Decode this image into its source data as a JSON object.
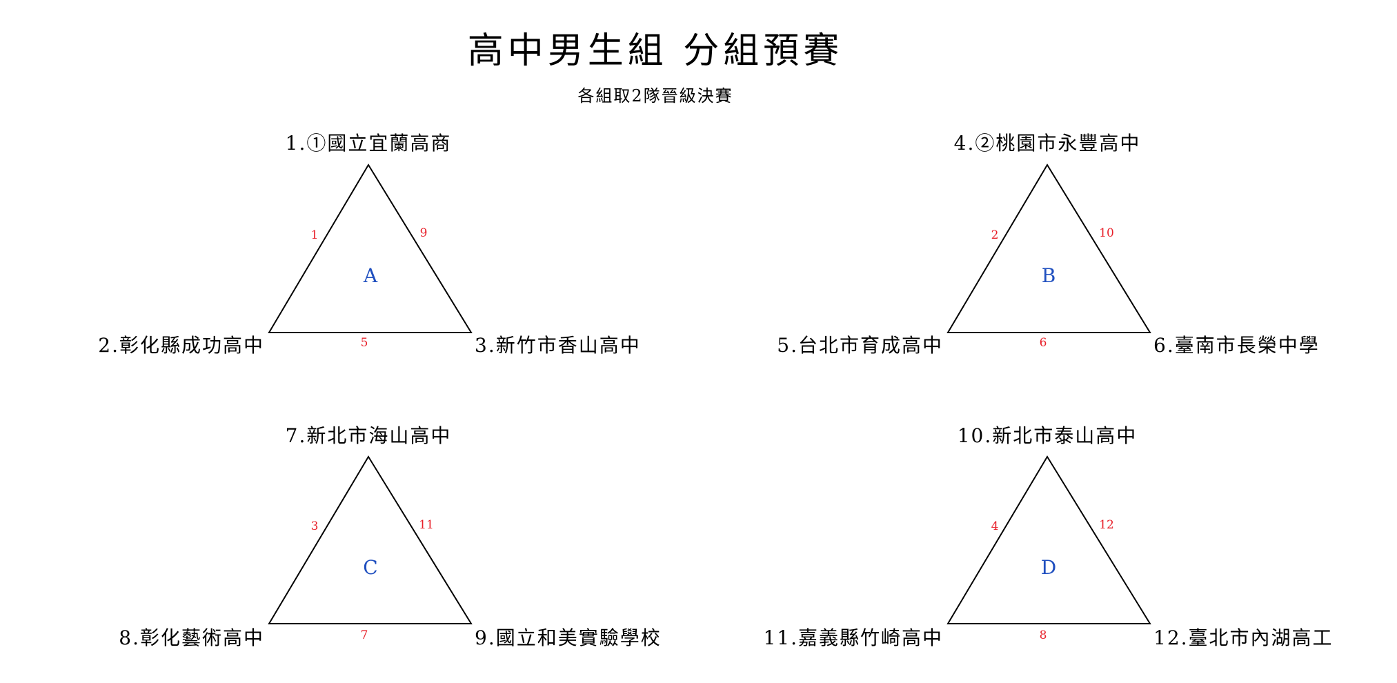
{
  "title": "高中男生組 分組預賽",
  "subtitle": "各組取2隊晉級決賽",
  "colors": {
    "match_number": "#e8202a",
    "group_label": "#1f4fbf",
    "line": "#000000"
  },
  "groups": [
    {
      "label": "A",
      "teams": {
        "top": "1.①國立宜蘭高商",
        "left": "2.彰化縣成功高中",
        "right": "3.新竹市香山高中"
      },
      "matches": {
        "left_side": "1",
        "right_side": "9",
        "bottom": "5"
      }
    },
    {
      "label": "B",
      "teams": {
        "top": "4.②桃園市永豐高中",
        "left": "5.台北市育成高中",
        "right": "6.臺南市長榮中學"
      },
      "matches": {
        "left_side": "2",
        "right_side": "10",
        "bottom": "6"
      }
    },
    {
      "label": "C",
      "teams": {
        "top": "7.新北市海山高中",
        "left": "8.彰化藝術高中",
        "right": "9.國立和美實驗學校"
      },
      "matches": {
        "left_side": "3",
        "right_side": "11",
        "bottom": "7"
      }
    },
    {
      "label": "D",
      "teams": {
        "top": "10.新北市泰山高中",
        "left": "11.嘉義縣竹崎高中",
        "right": "12.臺北市內湖高工"
      },
      "matches": {
        "left_side": "4",
        "right_side": "12",
        "bottom": "8"
      }
    }
  ]
}
